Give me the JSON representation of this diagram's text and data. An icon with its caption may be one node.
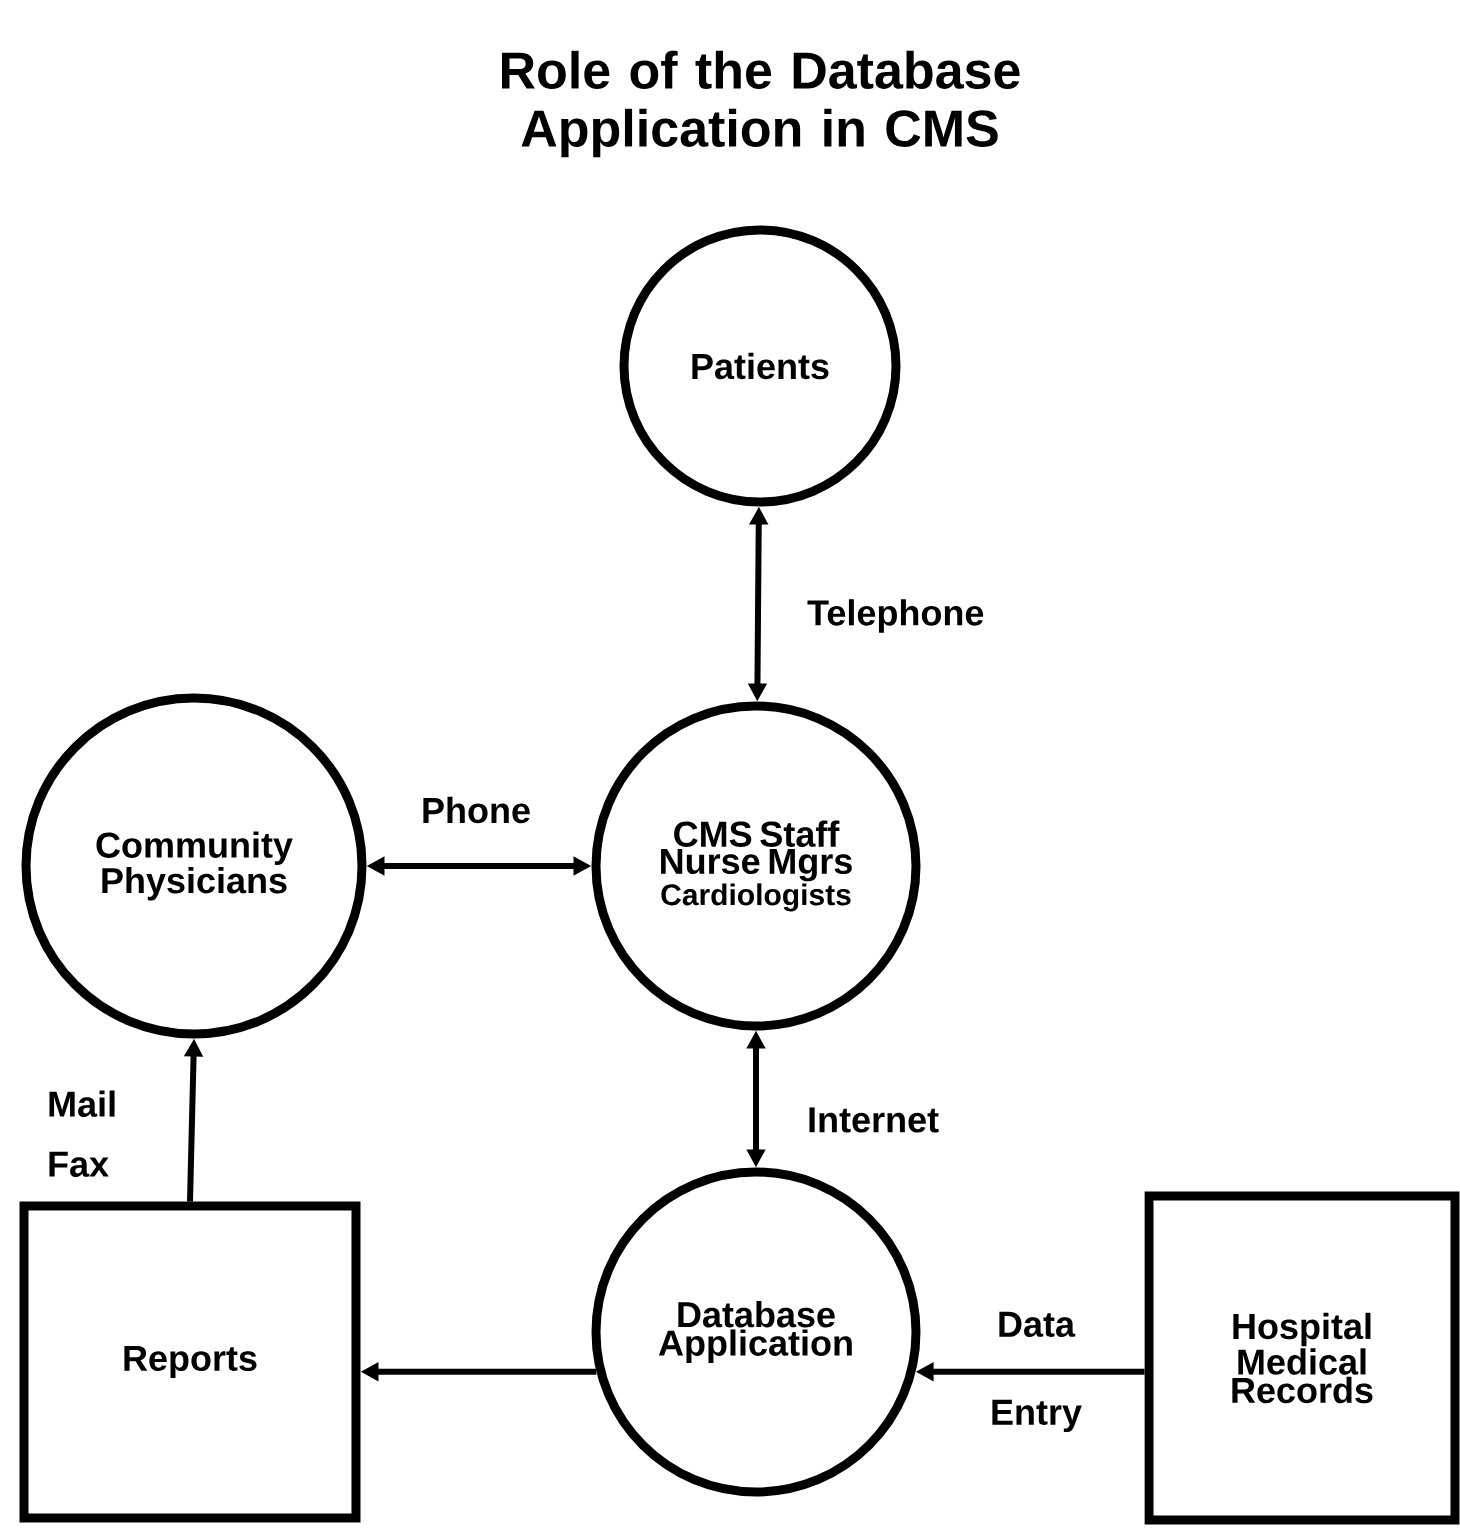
{
  "diagram": {
    "title": "Role of the Database Application in CMS",
    "nodes": [
      {
        "text": [
          "Patients"
        ]
      },
      {
        "text": [
          "Community Physicians"
        ]
      },
      {
        "text": [
          "CMS Staff Nurse Mgrs",
          "Cardiologists"
        ]
      },
      {
        "text": [
          "Reports"
        ]
      },
      {
        "text": [
          "Database Application"
        ]
      },
      {
        "text": [
          "Hospital Medical Records"
        ]
      }
    ],
    "edges": [
      {
        "from": 0,
        "to": 2,
        "arrow": "both",
        "label": "Telephone"
      },
      {
        "from": 1,
        "to": 2,
        "arrow": "both",
        "label": "Phone"
      },
      {
        "from": 3,
        "to": 1,
        "arrow": "to",
        "label": "Mail Fax"
      },
      {
        "from": 2,
        "to": 4,
        "arrow": "both",
        "label": "Internet"
      },
      {
        "from": 4,
        "to": 3,
        "arrow": "to"
      },
      {
        "from": 5,
        "to": 4,
        "arrow": "to",
        "label": "Data Entry"
      }
    ]
  }
}
